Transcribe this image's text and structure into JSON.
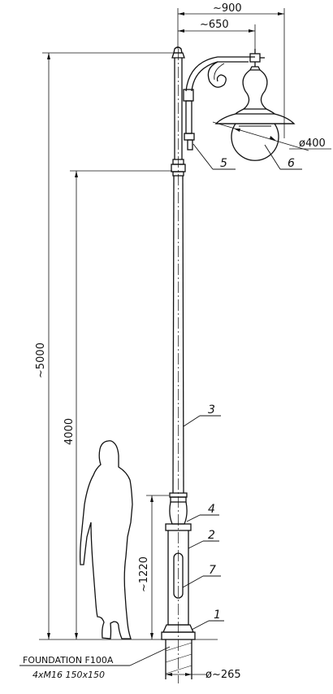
{
  "dimensions": {
    "top_width": "~900",
    "arm_width": "~650",
    "total_height": "~5000",
    "pole_height": "4000",
    "base_height": "~1220",
    "globe_diameter": "ø400",
    "foundation_diameter": "ø~265"
  },
  "callouts": {
    "c1": "1",
    "c2": "2",
    "c3": "3",
    "c4": "4",
    "c5": "5",
    "c6": "6",
    "c7": "7"
  },
  "foundation": {
    "name": "FOUNDATION F100A",
    "spec": "4xM16  150x150"
  }
}
